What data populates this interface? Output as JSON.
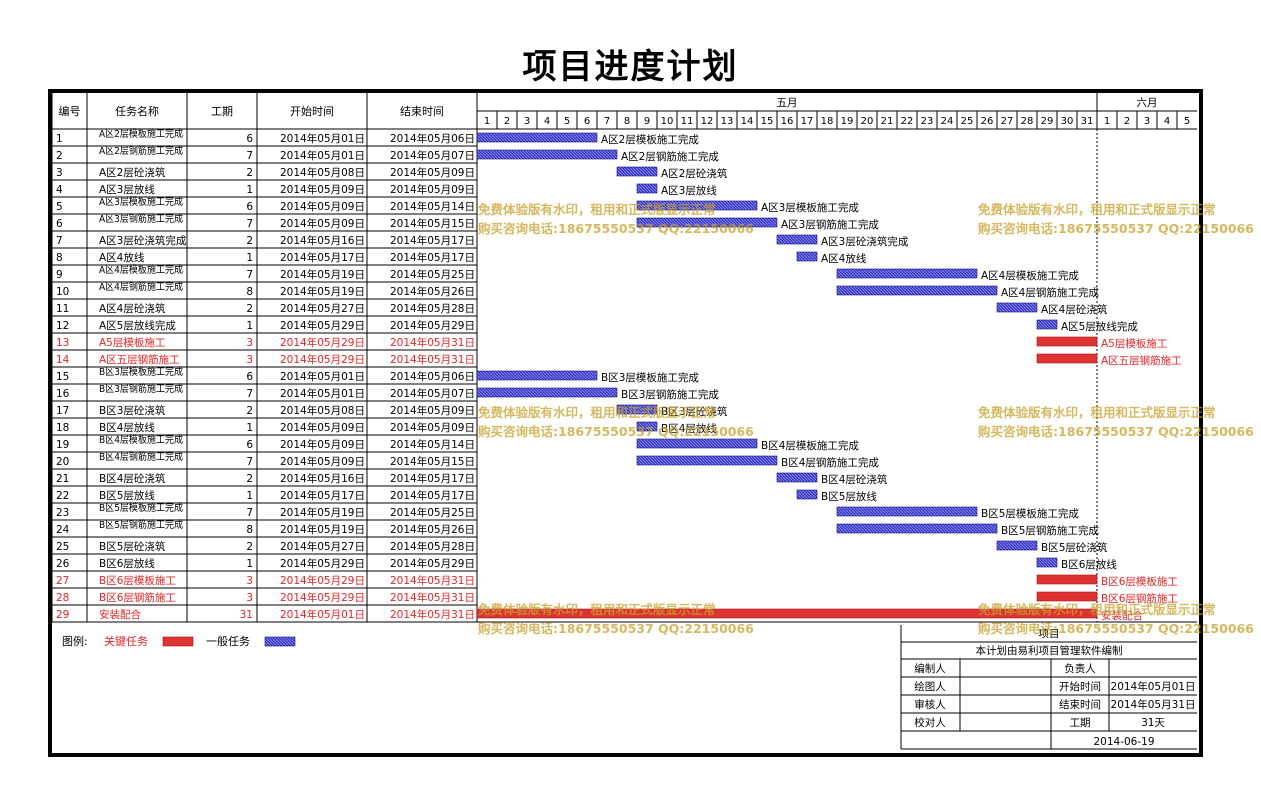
{
  "title": "项目进度计划",
  "columns": {
    "id": "编号",
    "name": "任务名称",
    "duration": "工期",
    "start": "开始时间",
    "end": "结束时间"
  },
  "months": [
    {
      "label": "五月",
      "days": [
        "1",
        "2",
        "3",
        "4",
        "5",
        "6",
        "7",
        "8",
        "9",
        "10",
        "11",
        "12",
        "13",
        "14",
        "15",
        "16",
        "17",
        "18",
        "19",
        "20",
        "21",
        "22",
        "23",
        "24",
        "25",
        "26",
        "27",
        "28",
        "29",
        "30",
        "31"
      ]
    },
    {
      "label": "六月",
      "days": [
        "1",
        "2",
        "3",
        "4",
        "5"
      ]
    }
  ],
  "tasks": [
    {
      "id": "1",
      "name": "A区2层模板施工完成",
      "dur": "6",
      "start": "2014年05月01日",
      "end": "2014年05月06日",
      "s": 1,
      "e": 6,
      "critical": false
    },
    {
      "id": "2",
      "name": "A区2层钢筋施工完成",
      "dur": "7",
      "start": "2014年05月01日",
      "end": "2014年05月07日",
      "s": 1,
      "e": 7,
      "critical": false
    },
    {
      "id": "3",
      "name": "A区2层砼浇筑",
      "dur": "2",
      "start": "2014年05月08日",
      "end": "2014年05月09日",
      "s": 8,
      "e": 9,
      "critical": false
    },
    {
      "id": "4",
      "name": "A区3层放线",
      "dur": "1",
      "start": "2014年05月09日",
      "end": "2014年05月09日",
      "s": 9,
      "e": 9,
      "critical": false
    },
    {
      "id": "5",
      "name": "A区3层模板施工完成",
      "dur": "6",
      "start": "2014年05月09日",
      "end": "2014年05月14日",
      "s": 9,
      "e": 14,
      "critical": false
    },
    {
      "id": "6",
      "name": "A区3层钢筋施工完成",
      "dur": "7",
      "start": "2014年05月09日",
      "end": "2014年05月15日",
      "s": 9,
      "e": 15,
      "critical": false
    },
    {
      "id": "7",
      "name": "A区3层砼浇筑完成",
      "dur": "2",
      "start": "2014年05月16日",
      "end": "2014年05月17日",
      "s": 16,
      "e": 17,
      "critical": false
    },
    {
      "id": "8",
      "name": "A区4放线",
      "dur": "1",
      "start": "2014年05月17日",
      "end": "2014年05月17日",
      "s": 17,
      "e": 17,
      "critical": false
    },
    {
      "id": "9",
      "name": "A区4层模板施工完成",
      "dur": "7",
      "start": "2014年05月19日",
      "end": "2014年05月25日",
      "s": 19,
      "e": 25,
      "critical": false
    },
    {
      "id": "10",
      "name": "A区4层钢筋施工完成",
      "dur": "8",
      "start": "2014年05月19日",
      "end": "2014年05月26日",
      "s": 19,
      "e": 26,
      "critical": false
    },
    {
      "id": "11",
      "name": "A区4层砼浇筑",
      "dur": "2",
      "start": "2014年05月27日",
      "end": "2014年05月28日",
      "s": 27,
      "e": 28,
      "critical": false
    },
    {
      "id": "12",
      "name": "A区5层放线完成",
      "dur": "1",
      "start": "2014年05月29日",
      "end": "2014年05月29日",
      "s": 29,
      "e": 29,
      "critical": false
    },
    {
      "id": "13",
      "name": "A5层模板施工",
      "dur": "3",
      "start": "2014年05月29日",
      "end": "2014年05月31日",
      "s": 29,
      "e": 31,
      "critical": true
    },
    {
      "id": "14",
      "name": "A区五层钢筋施工",
      "dur": "3",
      "start": "2014年05月29日",
      "end": "2014年05月31日",
      "s": 29,
      "e": 31,
      "critical": true
    },
    {
      "id": "15",
      "name": "B区3层模板施工完成",
      "dur": "6",
      "start": "2014年05月01日",
      "end": "2014年05月06日",
      "s": 1,
      "e": 6,
      "critical": false
    },
    {
      "id": "16",
      "name": "B区3层钢筋施工完成",
      "dur": "7",
      "start": "2014年05月01日",
      "end": "2014年05月07日",
      "s": 1,
      "e": 7,
      "critical": false
    },
    {
      "id": "17",
      "name": "B区3层砼浇筑",
      "dur": "2",
      "start": "2014年05月08日",
      "end": "2014年05月09日",
      "s": 8,
      "e": 9,
      "critical": false
    },
    {
      "id": "18",
      "name": "B区4层放线",
      "dur": "1",
      "start": "2014年05月09日",
      "end": "2014年05月09日",
      "s": 9,
      "e": 9,
      "critical": false
    },
    {
      "id": "19",
      "name": "B区4层模板施工完成",
      "dur": "6",
      "start": "2014年05月09日",
      "end": "2014年05月14日",
      "s": 9,
      "e": 14,
      "critical": false
    },
    {
      "id": "20",
      "name": "B区4层钢筋施工完成",
      "dur": "7",
      "start": "2014年05月09日",
      "end": "2014年05月15日",
      "s": 9,
      "e": 15,
      "critical": false
    },
    {
      "id": "21",
      "name": "B区4层砼浇筑",
      "dur": "2",
      "start": "2014年05月16日",
      "end": "2014年05月17日",
      "s": 16,
      "e": 17,
      "critical": false
    },
    {
      "id": "22",
      "name": "B区5层放线",
      "dur": "1",
      "start": "2014年05月17日",
      "end": "2014年05月17日",
      "s": 17,
      "e": 17,
      "critical": false
    },
    {
      "id": "23",
      "name": "B区5层模板施工完成",
      "dur": "7",
      "start": "2014年05月19日",
      "end": "2014年05月25日",
      "s": 19,
      "e": 25,
      "critical": false
    },
    {
      "id": "24",
      "name": "B区5层钢筋施工完成",
      "dur": "8",
      "start": "2014年05月19日",
      "end": "2014年05月26日",
      "s": 19,
      "e": 26,
      "critical": false
    },
    {
      "id": "25",
      "name": "B区5层砼浇筑",
      "dur": "2",
      "start": "2014年05月27日",
      "end": "2014年05月28日",
      "s": 27,
      "e": 28,
      "critical": false
    },
    {
      "id": "26",
      "name": "B区6层放线",
      "dur": "1",
      "start": "2014年05月29日",
      "end": "2014年05月29日",
      "s": 29,
      "e": 29,
      "critical": false
    },
    {
      "id": "27",
      "name": "B区6层模板施工",
      "dur": "3",
      "start": "2014年05月29日",
      "end": "2014年05月31日",
      "s": 29,
      "e": 31,
      "critical": true
    },
    {
      "id": "28",
      "name": "B区6层钢筋施工",
      "dur": "3",
      "start": "2014年05月29日",
      "end": "2014年05月31日",
      "s": 29,
      "e": 31,
      "critical": true
    },
    {
      "id": "29",
      "name": "安装配合",
      "dur": "31",
      "start": "2014年05月01日",
      "end": "2014年05月31日",
      "s": 1,
      "e": 31,
      "critical": true
    }
  ],
  "legend": {
    "label": "图例:",
    "critical": "关键任务",
    "normal": "一般任务"
  },
  "info": {
    "project": "项目",
    "note": "本计划由易利项目管理软件编制",
    "editor_label": "编制人",
    "editor": "",
    "owner_label": "负责人",
    "owner": "",
    "drawer_label": "绘图人",
    "drawer": "",
    "start_label": "开始时间",
    "start": "2014年05月01日",
    "reviewer_label": "审核人",
    "reviewer": "",
    "end_label": "结束时间",
    "end": "2014年05月31日",
    "checker_label": "校对人",
    "checker": "",
    "duration_label": "工期",
    "duration": "31天",
    "date": "2014-06-19"
  },
  "watermark": {
    "line1": "免费体验版有水印，租用和正式版显示正常",
    "line2": "购买咨询电话:18675550537 QQ:22150066"
  },
  "colors": {
    "critical": "#dd3333",
    "normal": "#3333cc",
    "red_text": "#ee2222",
    "grid": "#000000"
  }
}
